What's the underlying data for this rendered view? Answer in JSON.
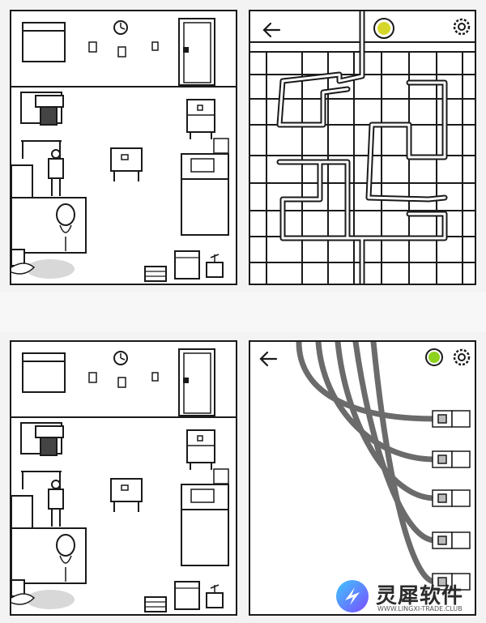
{
  "icons": {
    "back": "arrow-left-icon",
    "settings": "gear-icon",
    "hint": "lightbulb-button"
  },
  "colors": {
    "ink": "#1a1a1a",
    "cable": "#6b6b6b",
    "hint_yellow": "#d6d62a",
    "hint_green": "#8fd11f",
    "floor_shadow": "#d8d8d8"
  },
  "watermark": {
    "name": "灵犀软件",
    "url": "WWW.LINGXI-TRADE.CLUB"
  }
}
